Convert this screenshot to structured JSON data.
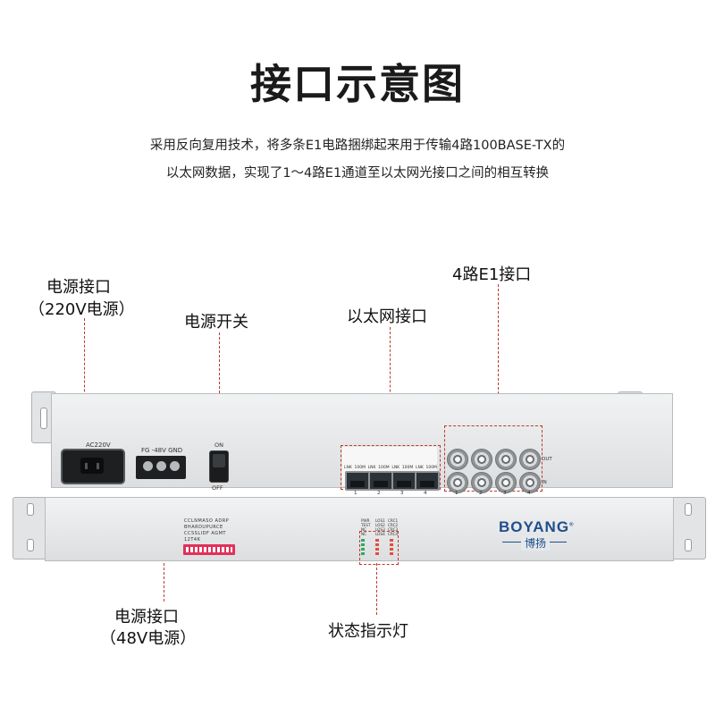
{
  "title": "接口示意图",
  "description": [
    "采用反向复用技术，将多条E1电路捆绑起来用于传输4路100BASE-TX的",
    "以太网数据，实现了1～4路E1通道至以太网光接口之间的相互转换"
  ],
  "callouts": {
    "power_220_line1": "电源接口",
    "power_220_line2": "（220V电源）",
    "power_switch": "电源开关",
    "ethernet": "以太网接口",
    "e1": "4路E1接口",
    "power_48_line1": "电源接口",
    "power_48_line2": "（48V电源）",
    "status_leds": "状态指示灯"
  },
  "rear_panel": {
    "ac_label": "AC220V",
    "terminal_label": "FG -48V GND",
    "switch_on": "ON",
    "switch_off": "OFF",
    "eth_labels": [
      "LNK",
      "100M",
      "LNK",
      "100M",
      "LNK",
      "100M",
      "LNK",
      "100M"
    ],
    "eth_numbers": [
      "1",
      "2",
      "3",
      "4"
    ],
    "e1_out": "OUT",
    "e1_in": "IN",
    "e1_numbers": [
      "1",
      "2",
      "3",
      "4"
    ]
  },
  "front_panel": {
    "dip_row1": "CCLNMASO ADRP",
    "dip_row2": "BHARDUPURCE",
    "dip_row3": "CCSSLIDF AGMT",
    "dip_row4": "12T4K",
    "led_col1": [
      "PWR",
      "TEST",
      "NC",
      "NC"
    ],
    "led_col2": [
      "LOS1",
      "LOS2",
      "LOS3",
      "LOS4"
    ],
    "led_col3": [
      "CRC1",
      "CRC2",
      "CRC3",
      "CRC4"
    ],
    "brand": "BOYANG",
    "brand_cn": "博扬",
    "registered": "®"
  },
  "colors": {
    "callout_line": "#c0392b",
    "panel_light": "#f1f2f3",
    "led_green": "#27ae60",
    "led_red": "#e74c3c",
    "dip_red": "#e0315a",
    "brand_blue": "#1f4e8c"
  }
}
